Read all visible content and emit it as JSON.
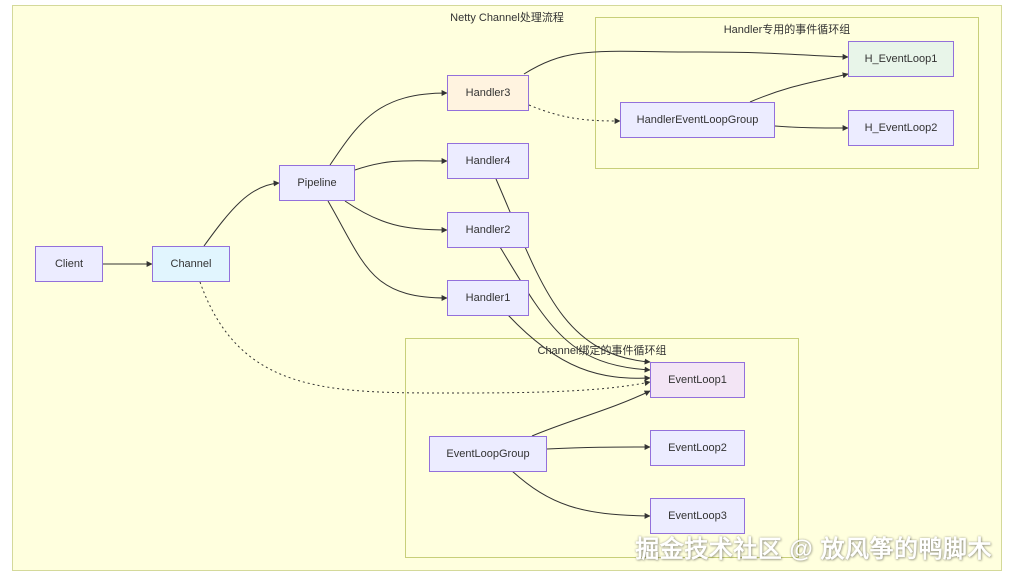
{
  "title": "Netty Channel处理流程",
  "clusters": {
    "handler_group": "Handler专用的事件循环组",
    "channel_group": "Channel绑定的事件循环组"
  },
  "nodes": {
    "client": "Client",
    "channel": "Channel",
    "pipeline": "Pipeline",
    "handler1": "Handler1",
    "handler2": "Handler2",
    "handler3": "Handler3",
    "handler4": "Handler4",
    "handler_event_loop_group": "HandlerEventLoopGroup",
    "h_event_loop1": "H_EventLoop1",
    "h_event_loop2": "H_EventLoop2",
    "event_loop_group": "EventLoopGroup",
    "event_loop1": "EventLoop1",
    "event_loop2": "EventLoop2",
    "event_loop3": "EventLoop3"
  },
  "colors": {
    "default_fill": "#ececff",
    "handler3_fill": "#fff3e0",
    "channel_fill": "#e1f5fe",
    "h_event_loop1_fill": "#e8f5e9",
    "event_loop1_fill": "#f3e5f5",
    "edge": "#333333"
  },
  "watermark": "掘金技术社区 @ 放风筝的鸭脚木"
}
